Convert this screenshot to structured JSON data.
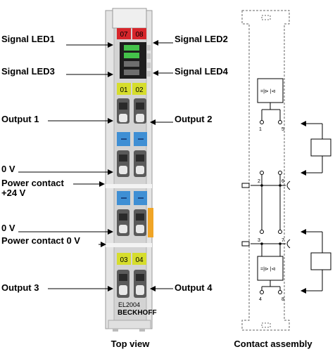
{
  "labels": {
    "signal_led1": "Signal LED1",
    "signal_led2": "Signal LED2",
    "signal_led3": "Signal LED3",
    "signal_led4": "Signal LED4",
    "output1": "Output 1",
    "output2": "Output 2",
    "zero_v_a": "0 V",
    "power_contact_24": "Power contact",
    "plus24v": "+24 V",
    "zero_v_b": "0 V",
    "power_contact_0v": "Power contact 0 V",
    "output3": "Output 3",
    "output4": "Output 4"
  },
  "terminal": {
    "led_top": [
      "07",
      "08"
    ],
    "led_mid": [
      "01",
      "02"
    ],
    "led_bottom": [
      "03",
      "04"
    ],
    "model": "EL2004",
    "brand": "BECKHOFF"
  },
  "contacts": {
    "numbers": [
      "1",
      "5",
      "2",
      "6",
      "3",
      "7",
      "4",
      "8"
    ]
  },
  "captions": {
    "top_view": "Top view",
    "contact_assembly": "Contact assembly"
  },
  "colors": {
    "red_led": "#d7262b",
    "yellow_led": "#d6dd2c",
    "blue_contact": "#3f8fd4",
    "orange_marker": "#f0a526",
    "housing": "#dcdcdc"
  }
}
